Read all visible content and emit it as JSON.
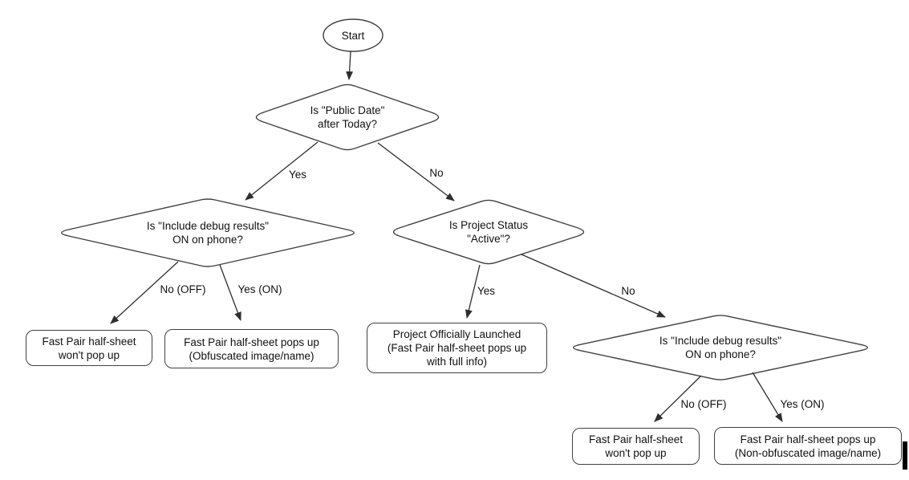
{
  "flowchart": {
    "start": {
      "label": "Start"
    },
    "decisions": {
      "public_date": {
        "label": "Is \"Public Date\"\nafter Today?"
      },
      "debug_phone_left": {
        "label": "Is \"Include debug results\"\nON on phone?"
      },
      "project_status": {
        "label": "Is Project Status\n\"Active\"?"
      },
      "debug_phone_right": {
        "label": "Is \"Include debug results\"\nON on phone?"
      }
    },
    "outcomes": {
      "left_no_popup": {
        "label": "Fast Pair half-sheet\nwon't pop up"
      },
      "left_obfuscated": {
        "label": "Fast Pair half-sheet pops up\n(Obfuscated image/name)"
      },
      "launched": {
        "label": "Project Officially Launched\n(Fast Pair half-sheet pops up\nwith full info)"
      },
      "right_no_popup": {
        "label": "Fast Pair half-sheet\nwon't pop up"
      },
      "right_non_obfuscated": {
        "label": "Fast Pair half-sheet pops up\n(Non-obfuscated image/name)"
      }
    },
    "edge_labels": {
      "public_date_yes": "Yes",
      "public_date_no": "No",
      "debug_left_no": "No (OFF)",
      "debug_left_yes": "Yes (ON)",
      "status_yes": "Yes",
      "status_no": "No",
      "debug_right_no": "No (OFF)",
      "debug_right_yes": "Yes (ON)"
    },
    "colors": {
      "background": "#ffffff",
      "shape_stroke": "#404040",
      "edge_stroke": "#2e2e2e",
      "text": "#111111",
      "cursor_bar": "#000000"
    }
  }
}
